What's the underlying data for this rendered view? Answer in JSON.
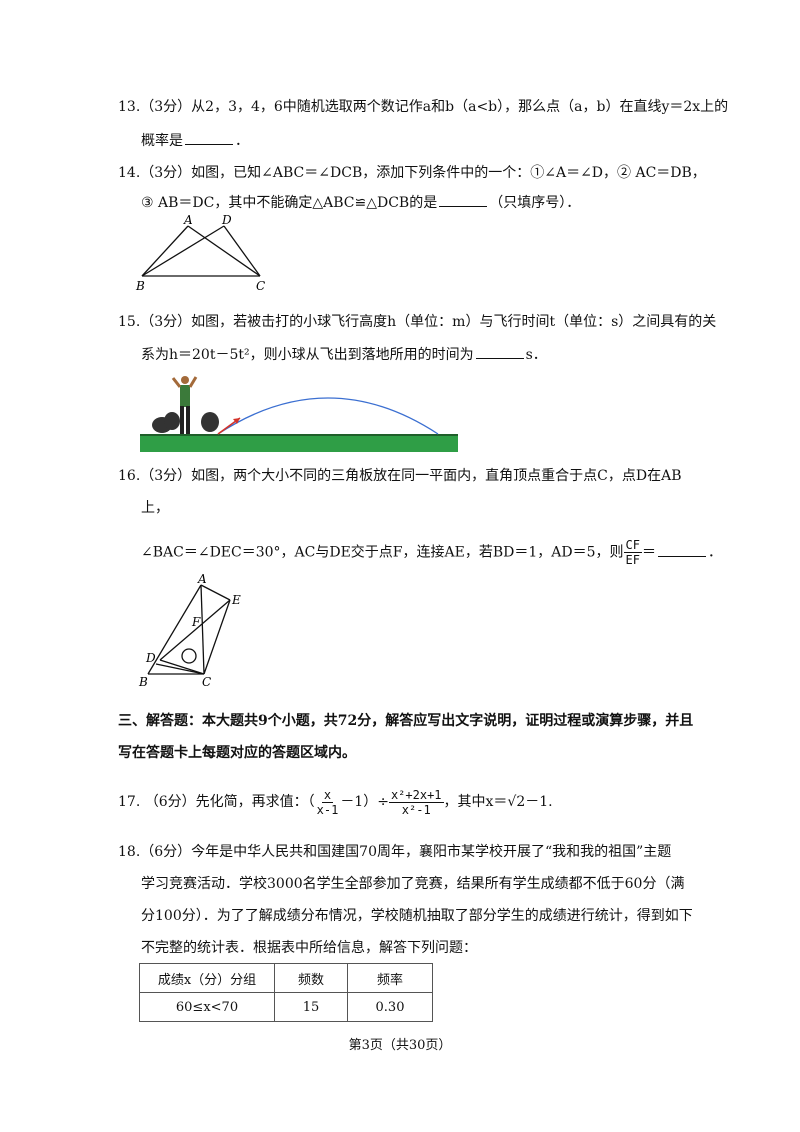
{
  "q13": {
    "line1": "13.（3分）从2，3，4，6中随机选取两个数记作a和b（a<b），那么点（a，b）在直线y＝2x上的",
    "line2_prefix": "概率是",
    "line2_suffix": "．"
  },
  "q14": {
    "line1": "14.（3分）如图，已知∠ABC＝∠DCB，添加下列条件中的一个：①∠A＝∠D，② AC＝DB，",
    "line2_prefix": "③ AB＝DC，其中不能确定△ABC≌△DCB的是",
    "line2_suffix": "（只填序号）．",
    "figure_labels": {
      "a": "A",
      "d": "D",
      "b": "B",
      "c": "C"
    }
  },
  "q15": {
    "line1": "15.（3分）如图，若被击打的小球飞行高度h（单位：m）与飞行时间t（单位：s）之间具有的关",
    "line2_prefix": "系为h＝20t－5t²，则小球从飞出到落地所用的时间为",
    "line2_suffix": "s．"
  },
  "q16": {
    "line1": "16.（3分）如图，两个大小不同的三角板放在同一平面内，直角顶点重合于点C，点D在AB",
    "line2": "上，",
    "line3_prefix": "∠BAC＝∠DEC＝30°，AC与DE交于点F，连接AE，若BD＝1，AD＝5，则",
    "frac_num": "CF",
    "frac_den": "EF",
    "line3_suffix": "＝",
    "line3_end": "．",
    "figure_labels": {
      "a": "A",
      "e": "E",
      "f": "F",
      "d": "D",
      "b": "B",
      "c": "C"
    }
  },
  "section3": {
    "line1": "三、解答题：本大题共9个小题，共72分，解答应写出文字说明，证明过程或演算步骤，并且",
    "line2": "写在答题卡上每题对应的答题区域内。"
  },
  "q17": {
    "prefix": "17.  （6分）先化简，再求值：（",
    "f1_num": "x",
    "f1_den": "x-1",
    "mid": "－1）÷",
    "f2_num": "x²+2x+1",
    "f2_den": "x²-1",
    "suffix": "，其中x＝√2－1."
  },
  "q18": {
    "line1": "18.（6分）今年是中华人民共和国建国70周年，襄阳市某学校开展了“我和我的祖国”主题",
    "line2": "学习竞赛活动．学校3000名学生全部参加了竞赛，结果所有学生成绩都不低于60分（满",
    "line3": "分100分）．为了了解成绩分布情况，学校随机抽取了部分学生的成绩进行统计，得到如下",
    "line4": "不完整的统计表．根据表中所给信息，解答下列问题：",
    "table": {
      "headers": [
        "成绩x（分）分组",
        "频数",
        "频率"
      ],
      "row1": [
        "60≤x<70",
        "15",
        "0.30"
      ]
    }
  },
  "footer": "第3页（共30页）"
}
